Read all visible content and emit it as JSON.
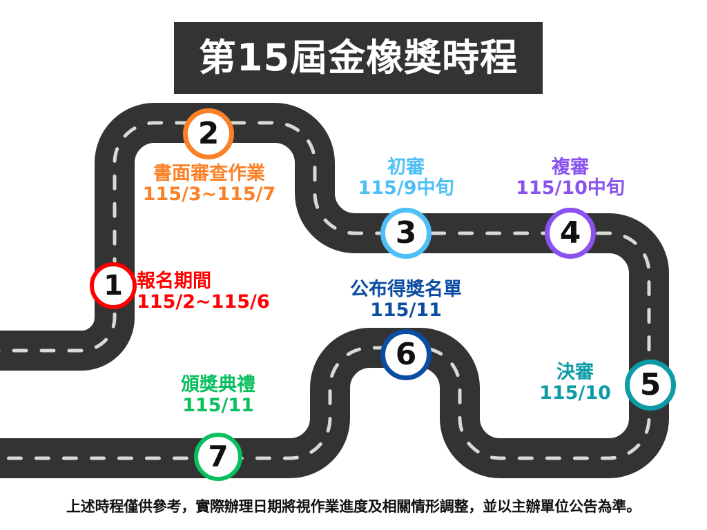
{
  "header": {
    "title": "第15屆金橡獎時程",
    "background_color": "#333333",
    "text_color": "#ffffff"
  },
  "road": {
    "surface_color": "#333333",
    "lane_dash_color": "#D5DBD5",
    "background_color": "#ffffff"
  },
  "steps": [
    {
      "number": "1",
      "title": "報名期間",
      "date": "115/2~115/6",
      "color": "#FF0000"
    },
    {
      "number": "2",
      "title": "書面審查作業",
      "date": "115/3~115/7",
      "color": "#FA8128"
    },
    {
      "number": "3",
      "title": "初審",
      "date": "115/9中旬",
      "color": "#4FBFF5"
    },
    {
      "number": "4",
      "title": "複審",
      "date": "115/10中旬",
      "color": "#8A52EE"
    },
    {
      "number": "5",
      "title": "決審",
      "date": "115/10",
      "color": "#0D9BA5"
    },
    {
      "number": "6",
      "title": "公布得獎名單",
      "date": "115/11",
      "color": "#0B4DA2"
    },
    {
      "number": "7",
      "title": "頒獎典禮",
      "date": "115/11",
      "color": "#0ABF5E"
    }
  ],
  "footnote": {
    "text": "上述時程僅供參考，實際辦理日期將視作業進度及相關情形調整，並以主辦單位公告為準。"
  }
}
